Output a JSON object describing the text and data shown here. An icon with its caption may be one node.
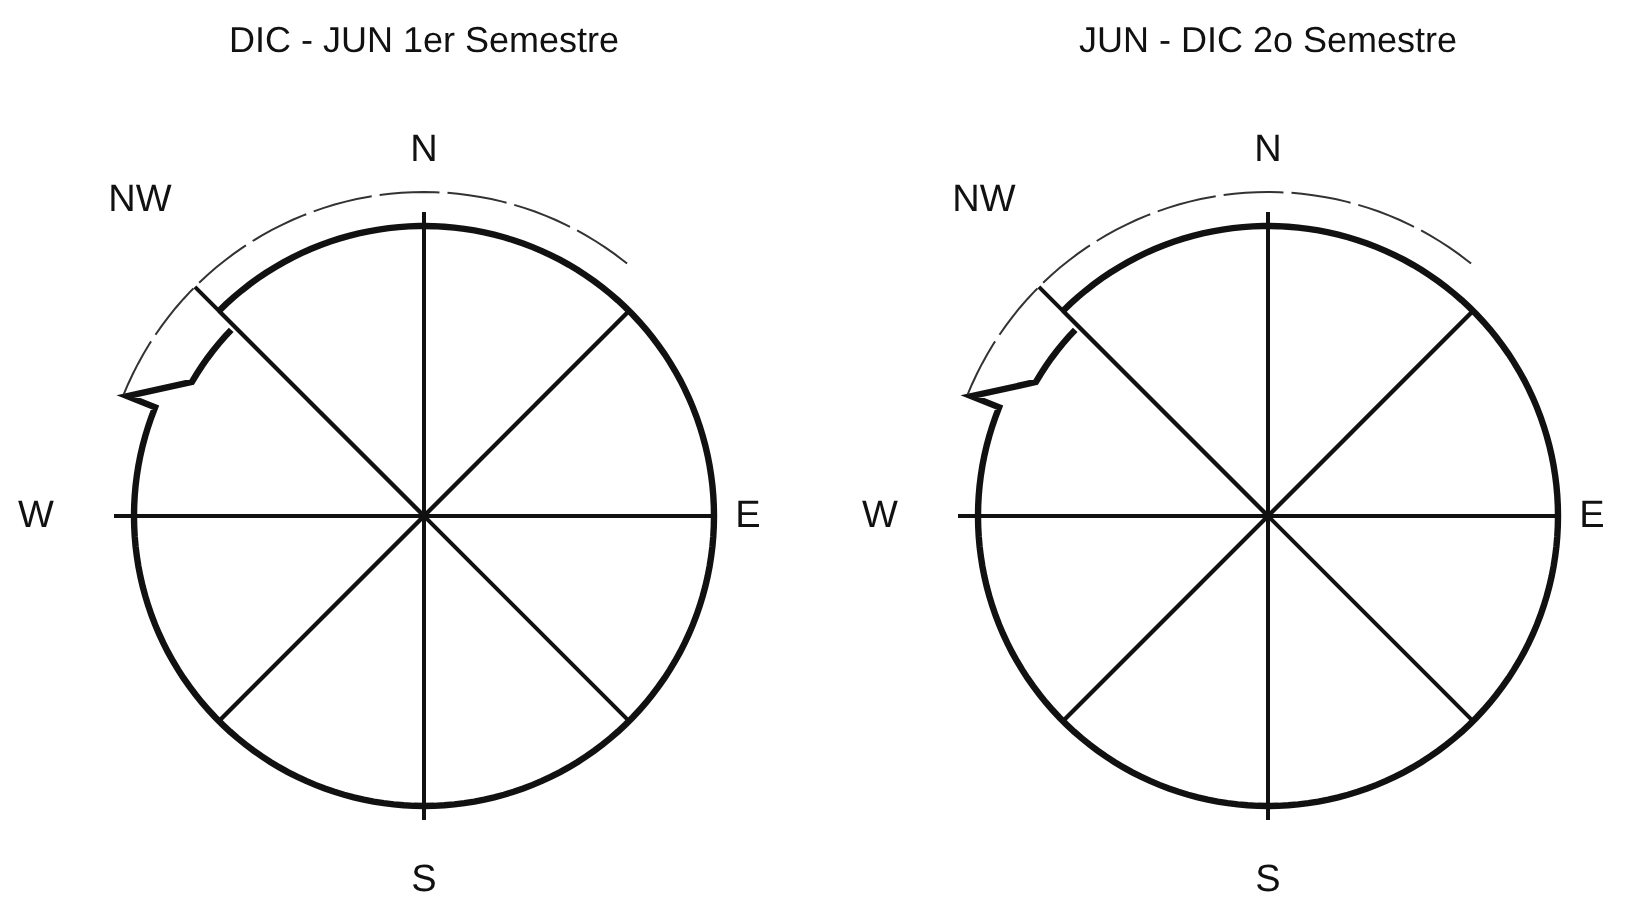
{
  "diagram": {
    "labels": [
      "DIC - JUN 1er Semestre",
      "N",
      "NW",
      "W",
      "E",
      "S",
      "JUN - DIC 2o Semestre",
      "N",
      "NW",
      "W",
      "E",
      "S"
    ]
  }
}
